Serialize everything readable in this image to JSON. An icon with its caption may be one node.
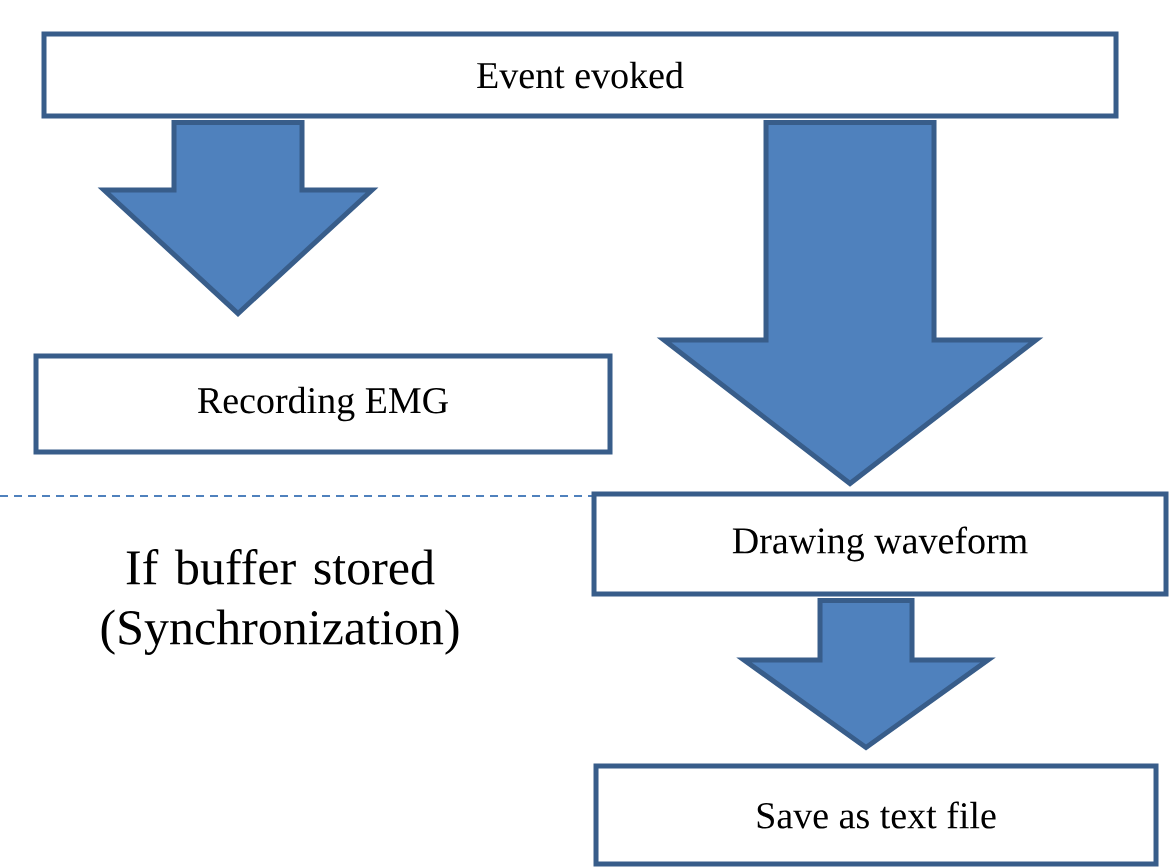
{
  "diagram": {
    "nodes": [
      {
        "text": [
          "Event evoked"
        ]
      },
      {
        "text": [
          "Recording EMG"
        ]
      },
      {
        "text": [
          "Drawing waveform"
        ]
      },
      {
        "text": [
          "Save as text file"
        ]
      }
    ],
    "edges": [
      {
        "from": 0,
        "to": 1,
        "arrow": "to"
      },
      {
        "from": 0,
        "to": 2,
        "arrow": "to"
      },
      {
        "from": 2,
        "to": 3,
        "arrow": "to"
      }
    ],
    "labels": [
      "If buffer stored (Synchronization)"
    ]
  }
}
